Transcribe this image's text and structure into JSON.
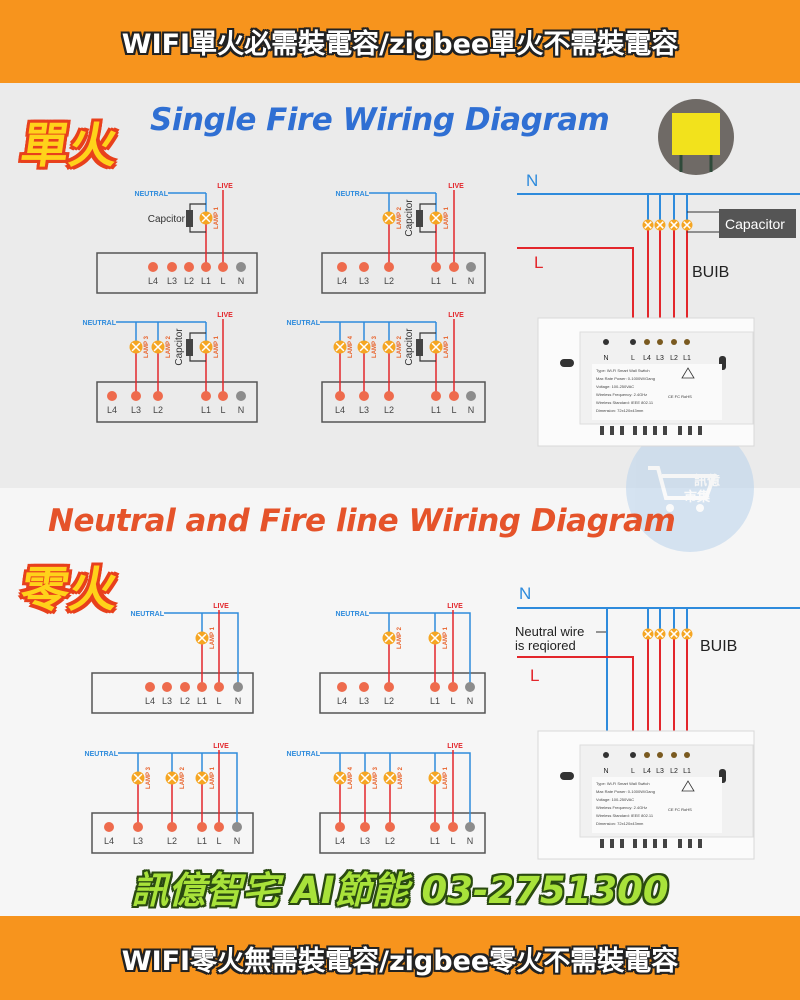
{
  "header": {
    "top_banner": "WIFI單火必需裝電容/zigbee單火不需裝電容",
    "bottom_banner": "WIFI零火無需裝電容/zigbee零火不需裝電容",
    "promo": "訊億智宅 AI節能 03-2751300"
  },
  "labels": {
    "neutral": "NEUTRAL",
    "live": "LIVE",
    "capacitor_small": "Capcitor",
    "lamp_prefix": "LAMP",
    "terminals": [
      "L4",
      "L3",
      "L2",
      "L1",
      "L",
      "N"
    ]
  },
  "single_fire": {
    "badge": "單火",
    "title": "Single Fire Wiring Diagram",
    "diagrams": [
      {
        "lamps": 1,
        "capacitor": true,
        "neutral_to_n": false
      },
      {
        "lamps": 2,
        "capacitor": true,
        "neutral_to_n": false
      },
      {
        "lamps": 3,
        "capacitor": true,
        "neutral_to_n": false
      },
      {
        "lamps": 4,
        "capacitor": true,
        "neutral_to_n": false
      }
    ],
    "photo": {
      "n_label": "N",
      "l_label": "L",
      "capacitor_label": "Capacitor",
      "bulb_label": "BUIB"
    }
  },
  "neutral_fire": {
    "badge": "零火",
    "title": "Neutral and Fire line Wiring Diagram",
    "diagrams": [
      {
        "lamps": 1,
        "capacitor": false,
        "neutral_to_n": true
      },
      {
        "lamps": 2,
        "capacitor": false,
        "neutral_to_n": true
      },
      {
        "lamps": 3,
        "capacitor": false,
        "neutral_to_n": true
      },
      {
        "lamps": 4,
        "capacitor": false,
        "neutral_to_n": true
      }
    ],
    "photo": {
      "n_label": "N",
      "l_label": "L",
      "neutral_note_1": "Neutral wire",
      "neutral_note_2": "is reqiored",
      "bulb_label": "BUIB"
    }
  },
  "device": {
    "terminals": [
      "N",
      "L",
      "L4",
      "L3",
      "L2",
      "L1"
    ],
    "spec_lines": [
      "Type: Wi-Fi Smart Wall Switch",
      "Max Rate Power: 0-1000W/Gang",
      "Voltage: 100-250VAC",
      "Wireless Frequency: 2.4GHz",
      "Wireless Standard: IEEE 802.11",
      "Dimension: 72x120x43mm"
    ],
    "cert": "CE FC RoHS"
  },
  "watermark": {
    "line1": "訊億",
    "line2": "市集"
  },
  "colors": {
    "banner": "#f7941d",
    "single_title": "#2f6fd3",
    "neutral_title": "#e5532a",
    "live": "#e3262b",
    "neutral": "#2e8bdc",
    "lamp": "#f5a623",
    "terminal": "#ee6b4d"
  }
}
